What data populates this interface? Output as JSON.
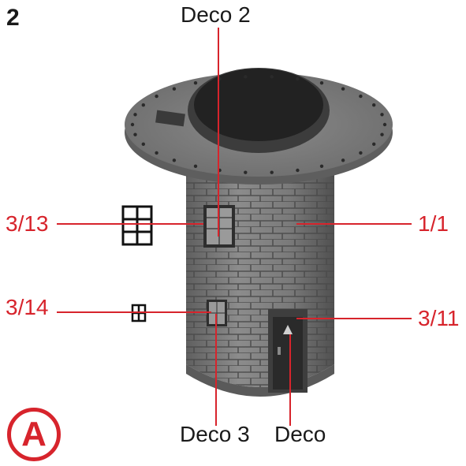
{
  "step_number": "2",
  "assembly_badge": "A",
  "colors": {
    "callout": "#d7242c",
    "text": "#1a1a1a",
    "part": "#7a7a7a"
  },
  "labels": {
    "deco2": "Deco 2",
    "l_3_13": "3/13",
    "l_3_14": "3/14",
    "l_1_1": "1/1",
    "l_3_11": "3/11",
    "deco3": "Deco 3",
    "deco": "Deco"
  }
}
